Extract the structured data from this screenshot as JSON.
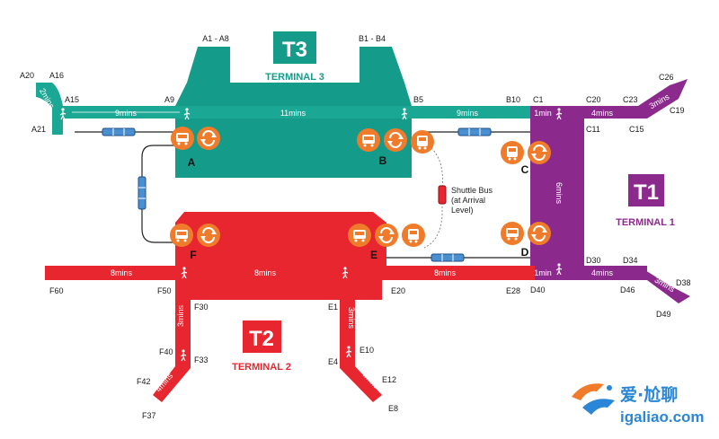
{
  "colors": {
    "t3": "#159b8a",
    "t3_walk": "#1aa894",
    "t2": "#e8262f",
    "t1": "#8b2a8c",
    "station": "#f07b2a",
    "train": "#4a8fd0"
  },
  "terminals": {
    "t3": {
      "badge": "T3",
      "name": "TERMINAL 3"
    },
    "t2": {
      "badge": "T2",
      "name": "TERMINAL 2"
    },
    "t1": {
      "badge": "T1",
      "name": "TERMINAL 1"
    }
  },
  "gates": {
    "a1_a8": "A1 - A8",
    "b1_b4": "B1 - B4",
    "a20": "A20",
    "a16": "A16",
    "a15": "A15",
    "a21": "A21",
    "a9": "A9",
    "b5": "B5",
    "b10": "B10",
    "c1": "C1",
    "c20": "C20",
    "c23": "C23",
    "c26": "C26",
    "c11": "C11",
    "c15": "C15",
    "c19": "C19",
    "d30": "D30",
    "d34": "D34",
    "d38": "D38",
    "d40": "D40",
    "d46": "D46",
    "d49": "D49",
    "f60": "F60",
    "f50": "F50",
    "f30": "F30",
    "f40": "F40",
    "f33": "F33",
    "f42": "F42",
    "f37": "F37",
    "e20": "E20",
    "e28": "E28",
    "e1": "E1",
    "e10": "E10",
    "e4": "E4",
    "e12": "E12",
    "e8": "E8"
  },
  "walk_times": {
    "t3_a_spur": "2mins",
    "t3_left": "9mins",
    "t3_mid": "11mins",
    "t3_right": "9mins",
    "t1_top": "1min",
    "t1_c": "4mins",
    "t1_c_spur": "3mins",
    "t1_vertical": "6mins",
    "t1_bottom": "1min",
    "t1_d": "4mins",
    "t1_d_spur": "3mins",
    "t2_left": "8mins",
    "t2_mid": "8mins",
    "t2_right": "8mins",
    "t2_f_down": "3mins",
    "t2_f_spur": "4mins",
    "t2_e_down": "3mins",
    "t2_e_spur": "4mins"
  },
  "zones": {
    "a": "A",
    "b": "B",
    "c": "C",
    "d": "D",
    "e": "E",
    "f": "F"
  },
  "shuttle": {
    "line1": "Shuttle Bus",
    "line2": "(at Arrival",
    "line3": "Level)"
  },
  "watermark": {
    "brand": "爱·尬聊",
    "url": "igaliao.com"
  }
}
